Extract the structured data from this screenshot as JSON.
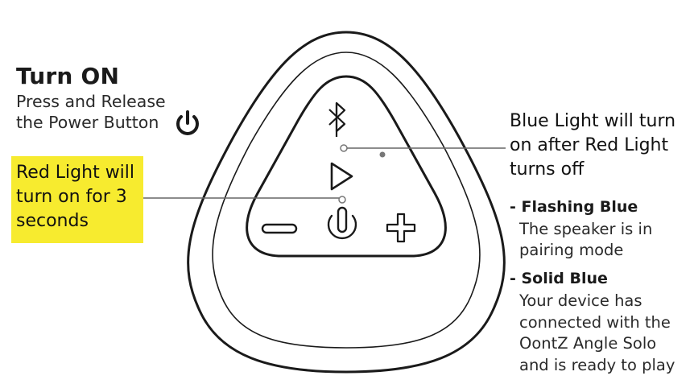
{
  "turn_on": {
    "title": "Turn ON",
    "line1": "Press and Release",
    "line2": "the Power Button"
  },
  "red_light": {
    "line1": "Red Light will",
    "line2": "turn on for 3",
    "line3": "seconds",
    "highlight_color": "#f7eb2f"
  },
  "blue_light": {
    "line1": "Blue Light will turn",
    "line2": "on after Red Light",
    "line3": "turns off"
  },
  "flashing": {
    "heading": "- Flashing Blue",
    "line1": "The speaker is in",
    "line2": "pairing mode"
  },
  "solid": {
    "heading": "- Solid Blue",
    "line1": "Your device has",
    "line2": "connected with the",
    "line3": "OontZ Angle Solo",
    "line4": "and is ready to play"
  },
  "icons": {
    "bluetooth": "bluetooth-icon",
    "play": "play-icon",
    "power": "power-icon",
    "minus": "minus-icon",
    "plus": "plus-icon"
  }
}
